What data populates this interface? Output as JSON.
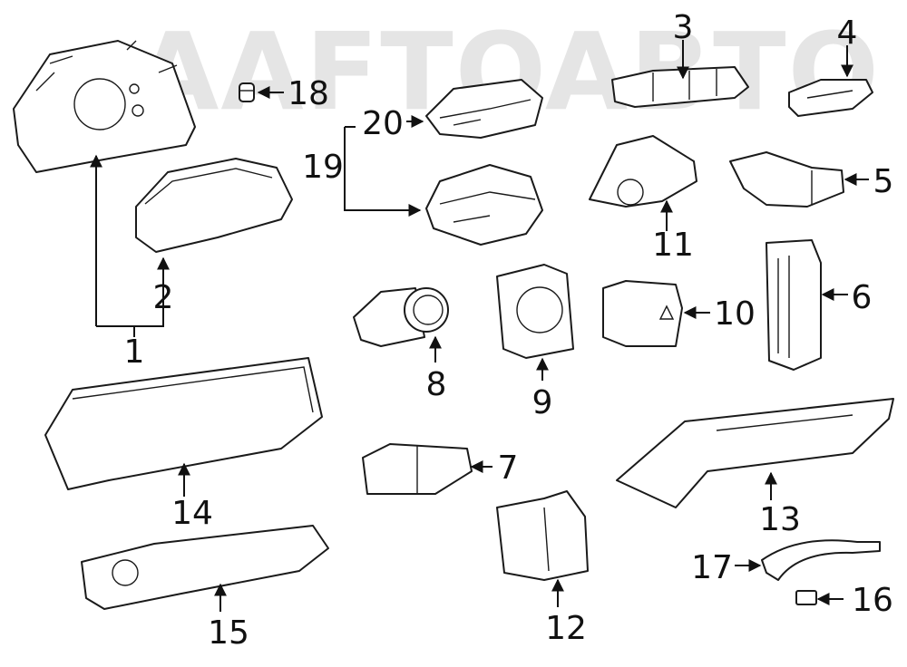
{
  "watermark": "AAFTOABTO",
  "callouts": {
    "c1": "1",
    "c2": "2",
    "c3": "3",
    "c4": "4",
    "c5": "5",
    "c6": "6",
    "c7": "7",
    "c8": "8",
    "c9": "9",
    "c10": "10",
    "c11": "11",
    "c12": "12",
    "c13": "13",
    "c14": "14",
    "c15": "15",
    "c16": "16",
    "c17": "17",
    "c18": "18",
    "c19": "19",
    "c20": "20"
  }
}
